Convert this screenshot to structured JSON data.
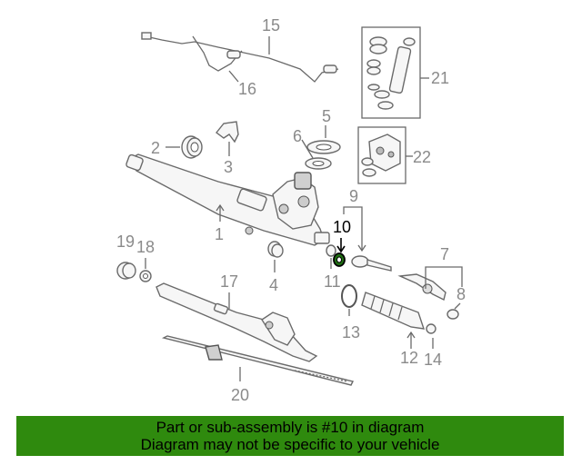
{
  "diagram": {
    "callouts": {
      "c1": "1",
      "c2": "2",
      "c3": "3",
      "c4": "4",
      "c5": "5",
      "c6": "6",
      "c7": "7",
      "c8": "8",
      "c9": "9",
      "c10": "10",
      "c11": "11",
      "c12": "12",
      "c13": "13",
      "c14": "14",
      "c15": "15",
      "c16": "16",
      "c17": "17",
      "c18": "18",
      "c19": "19",
      "c20": "20",
      "c21": "21",
      "c22": "22"
    },
    "highlighted_part": "10",
    "colors": {
      "callout": "#8a8a8a",
      "highlight": "#000000",
      "line": "#6a6a6a"
    }
  },
  "footer": {
    "line1": "Part or sub-assembly is #10 in diagram",
    "line2": "Diagram may not be specific to your vehicle",
    "background": "#2f8a0e"
  }
}
